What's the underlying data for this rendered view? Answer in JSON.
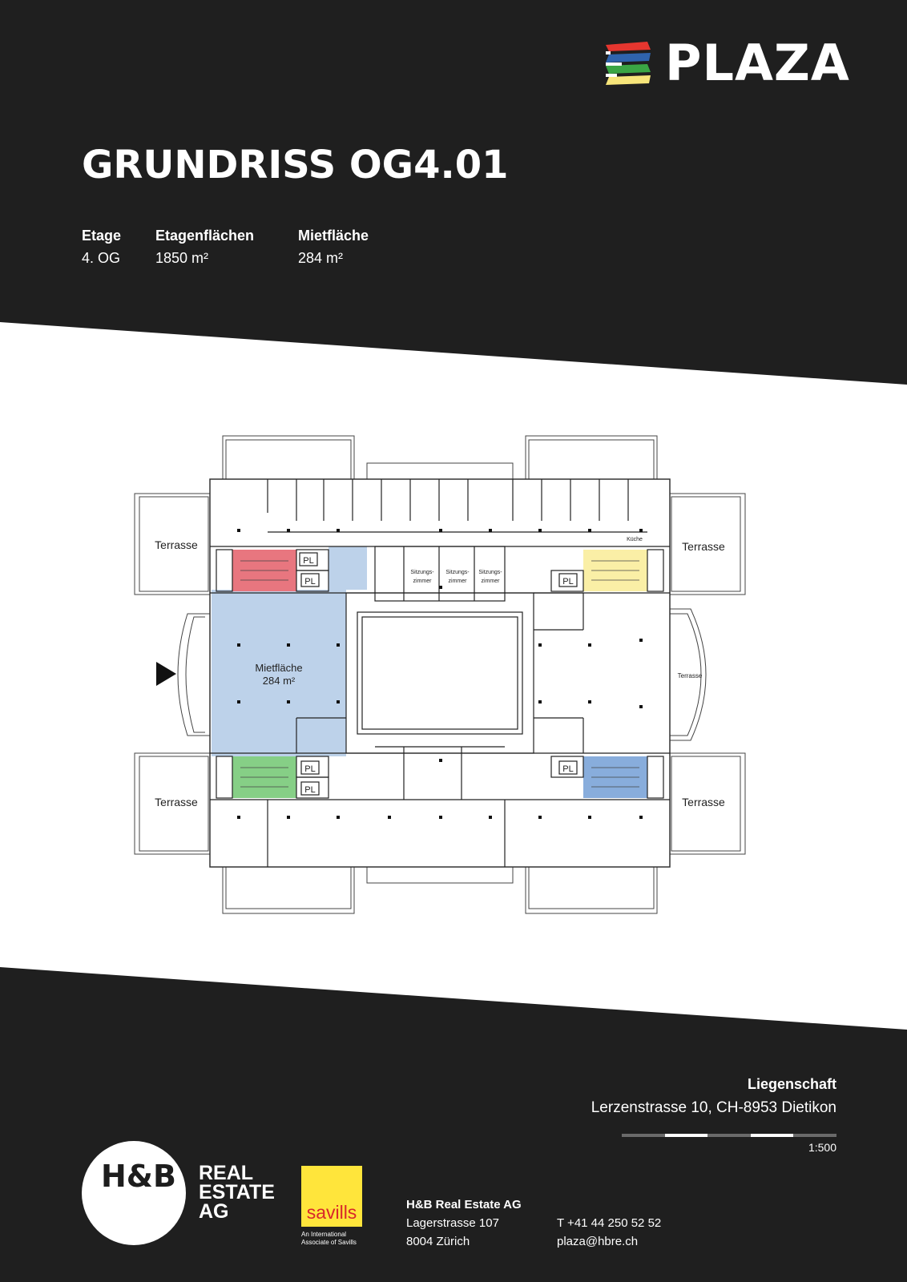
{
  "brand": {
    "name": "PLAZA",
    "logo_colors": [
      "#e5362f",
      "#2f63ad",
      "#3aa544",
      "#f7e57a"
    ]
  },
  "header": {
    "title": "GRUNDRISS OG4.01"
  },
  "stats": [
    {
      "label": "Etage",
      "value": "4. OG"
    },
    {
      "label": "Etagenflächen",
      "value": "1850 m²"
    },
    {
      "label": "Mietfläche",
      "value": "284 m²"
    }
  ],
  "plan": {
    "terrace_label": "Terrasse",
    "rental_area_label": "Mietfläche",
    "rental_area_value": "284 m²",
    "meeting_room_line1": "Sitzungs-",
    "meeting_room_line2": "zimmer",
    "kitchen_label": "Küche",
    "parking_label": "PL",
    "colors": {
      "rental": "#bdd2ea",
      "red_core": "#e8767f",
      "yellow_core": "#faefa6",
      "green_core": "#86cf86",
      "blue_core": "#88addc"
    }
  },
  "property": {
    "label": "Liegenschaft",
    "address": "Lerzenstrasse 10, CH-8953 Dietikon",
    "scale": "1:500"
  },
  "company": {
    "logo_mark": "H&B",
    "logo_text_line1": "REAL",
    "logo_text_line2": "ESTATE",
    "logo_text_line3": "AG",
    "partner_logo": "savills",
    "partner_tagline_line1": "An International",
    "partner_tagline_line2": "Associate of Savills",
    "name": "H&B Real Estate AG",
    "street": "Lagerstrasse 107",
    "city": "8004 Zürich",
    "phone": "T +41 44 250 52 52",
    "email": "plaza@hbre.ch"
  }
}
